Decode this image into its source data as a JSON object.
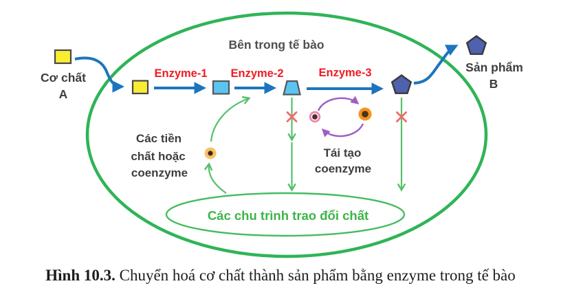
{
  "diagram": {
    "cell_interior_label": "Bên trong tế bào",
    "substrate": {
      "name": "Cơ chất",
      "letter": "A"
    },
    "product": {
      "name": "Sản phẩm",
      "letter": "B"
    },
    "enzymes": [
      "Enzyme-1",
      "Enzyme-2",
      "Enzyme-3"
    ],
    "precursor_label": {
      "line1": "Các tiền",
      "line2": "chất hoặc",
      "line3": "coenzyme"
    },
    "coenzyme_cycle_label": {
      "line1": "Tái tạo",
      "line2": "coenzyme"
    },
    "metabolic_cycles_label": "Các chu trình trao đổi chất"
  },
  "caption": {
    "prefix": "Hình 10.3.",
    "text": " Chuyển hoá cơ chất thành sản phẩm bằng enzyme trong tế bào"
  },
  "colors": {
    "membrane_green": "#2fb457",
    "thin_arrow_green": "#56c06c",
    "pathway_blue": "#1c75bc",
    "enzyme_red": "#ed1c24",
    "blocked_x_red": "#f16a6a",
    "cycle_purple": "#a05fc3",
    "substrate_yellow": "#f9ed32",
    "intermediate_blue": "#5bc5f2",
    "product_navy": "#4e62ae",
    "coenzyme_orange": "#f7941d",
    "precursor_orange": "#f9c06a",
    "label_dark": "#3e3e40"
  }
}
